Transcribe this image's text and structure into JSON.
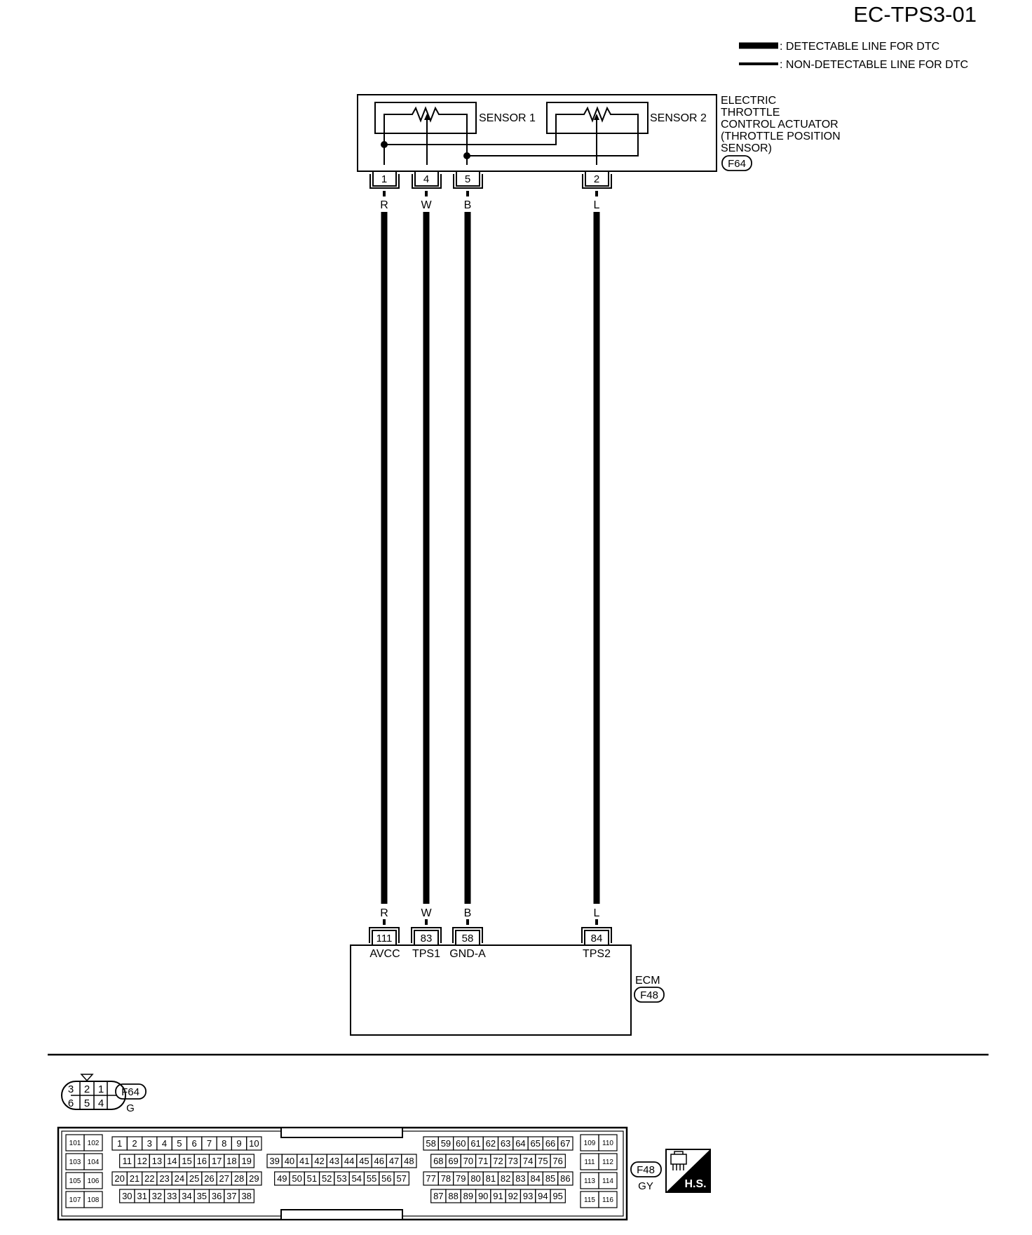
{
  "page_id": "EC-TPS3-01",
  "legend": {
    "detectable": ": DETECTABLE LINE FOR DTC",
    "non_detectable": ": NON-DETECTABLE LINE FOR DTC"
  },
  "actuator": {
    "name_lines": [
      "ELECTRIC",
      "THROTTLE",
      "CONTROL ACTUATOR",
      "(THROTTLE POSITION",
      "SENSOR)"
    ],
    "connector": "F64",
    "sensor1": "SENSOR 1",
    "sensor2": "SENSOR 2",
    "pins": [
      "1",
      "4",
      "5",
      "2"
    ]
  },
  "wires": [
    {
      "color_code": "R",
      "from_pin": "1",
      "to_pin": "111",
      "terminal": "AVCC"
    },
    {
      "color_code": "W",
      "from_pin": "4",
      "to_pin": "83",
      "terminal": "TPS1"
    },
    {
      "color_code": "B",
      "from_pin": "5",
      "to_pin": "58",
      "terminal": "GND-A"
    },
    {
      "color_code": "L",
      "from_pin": "2",
      "to_pin": "84",
      "terminal": "TPS2"
    }
  ],
  "ecm": {
    "name": "ECM",
    "connector": "F48"
  },
  "connector_f64": {
    "id": "F64",
    "color": "G",
    "top_row": [
      "3",
      "2",
      "1"
    ],
    "bottom_row": [
      "6",
      "5",
      "4"
    ]
  },
  "connector_f48": {
    "id": "F48",
    "color": "GY",
    "left_block": [
      [
        "101",
        "102"
      ],
      [
        "103",
        "104"
      ],
      [
        "105",
        "106"
      ],
      [
        "107",
        "108"
      ]
    ],
    "group1_rows": [
      [
        "1",
        "2",
        "3",
        "4",
        "5",
        "6",
        "7",
        "8",
        "9",
        "10"
      ],
      [
        "11",
        "12",
        "13",
        "14",
        "15",
        "16",
        "17",
        "18",
        "19"
      ],
      [
        "20",
        "21",
        "22",
        "23",
        "24",
        "25",
        "26",
        "27",
        "28",
        "29"
      ],
      [
        "30",
        "31",
        "32",
        "33",
        "34",
        "35",
        "36",
        "37",
        "38"
      ]
    ],
    "group2_rows": [
      [
        "39",
        "40",
        "41",
        "42",
        "43",
        "44",
        "45",
        "46",
        "47",
        "48"
      ],
      [
        "49",
        "50",
        "51",
        "52",
        "53",
        "54",
        "55",
        "56",
        "57"
      ]
    ],
    "group3_rows": [
      [
        "58",
        "59",
        "60",
        "61",
        "62",
        "63",
        "64",
        "65",
        "66",
        "67"
      ],
      [
        "68",
        "69",
        "70",
        "71",
        "72",
        "73",
        "74",
        "75",
        "76"
      ],
      [
        "77",
        "78",
        "79",
        "80",
        "81",
        "82",
        "83",
        "84",
        "85",
        "86"
      ],
      [
        "87",
        "88",
        "89",
        "90",
        "91",
        "92",
        "93",
        "94",
        "95"
      ]
    ],
    "right_block": [
      [
        "109",
        "110"
      ],
      [
        "111",
        "112"
      ],
      [
        "113",
        "114"
      ],
      [
        "115",
        "116"
      ]
    ]
  },
  "hs_badge": "H.S."
}
